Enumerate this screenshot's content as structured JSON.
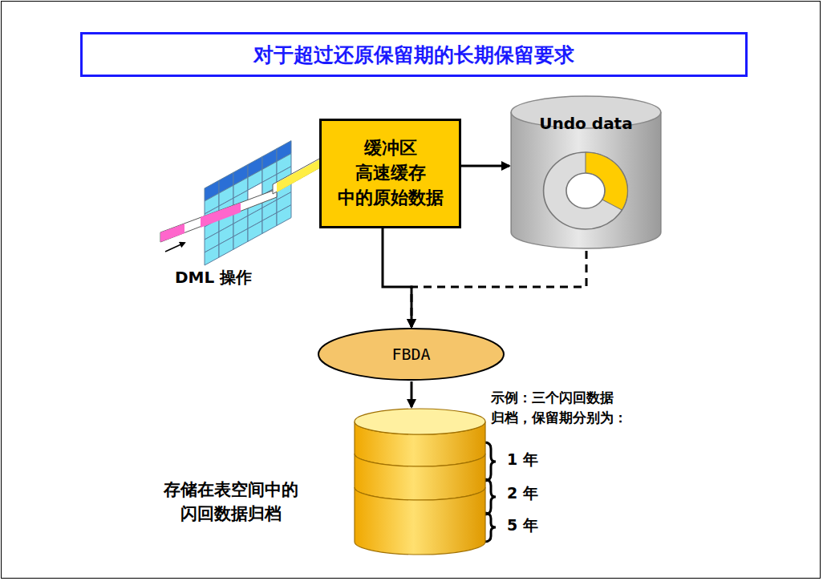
{
  "diagram": {
    "title": "对于超过还原保留期的长期保留要求",
    "nodes": [
      {
        "text": [
          "缓冲区 高速缓存 中的原始数据"
        ]
      },
      {
        "text": [
          "Undo data"
        ]
      },
      {
        "text": [
          "FBDA"
        ]
      },
      {
        "text": [
          "存储在表空间中的 闪回数据归档"
        ]
      }
    ],
    "edges": [
      {
        "from": 0,
        "to": 1,
        "arrow": "to"
      },
      {
        "from": 0,
        "to": 2,
        "arrow": "to"
      },
      {
        "from": 1,
        "to": 2,
        "arrow": "to"
      },
      {
        "from": 2,
        "to": 3,
        "arrow": "to"
      }
    ],
    "labels": [
      "DML 操作",
      "示例：三个闪回数据 归档，保留期分别为：",
      "1 年",
      "2 年",
      "5 年"
    ]
  }
}
